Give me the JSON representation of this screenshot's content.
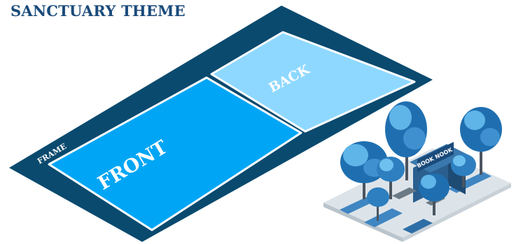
{
  "title": "SANCTUARY THEME",
  "zones": {
    "frame": {
      "label": "FRAME",
      "color": "#0a4a6e"
    },
    "front": {
      "label": "FRONT",
      "color": "#00a6f5"
    },
    "back": {
      "label": "BACK",
      "color": "#8ed8ff"
    }
  },
  "illustration": {
    "sign_text": "BOOK NOOK",
    "colors": {
      "tree_dark": "#1f6fb0",
      "tree_light": "#5fb4e8",
      "ground": "#cfd8de",
      "booth": "#2a5f8f"
    }
  }
}
